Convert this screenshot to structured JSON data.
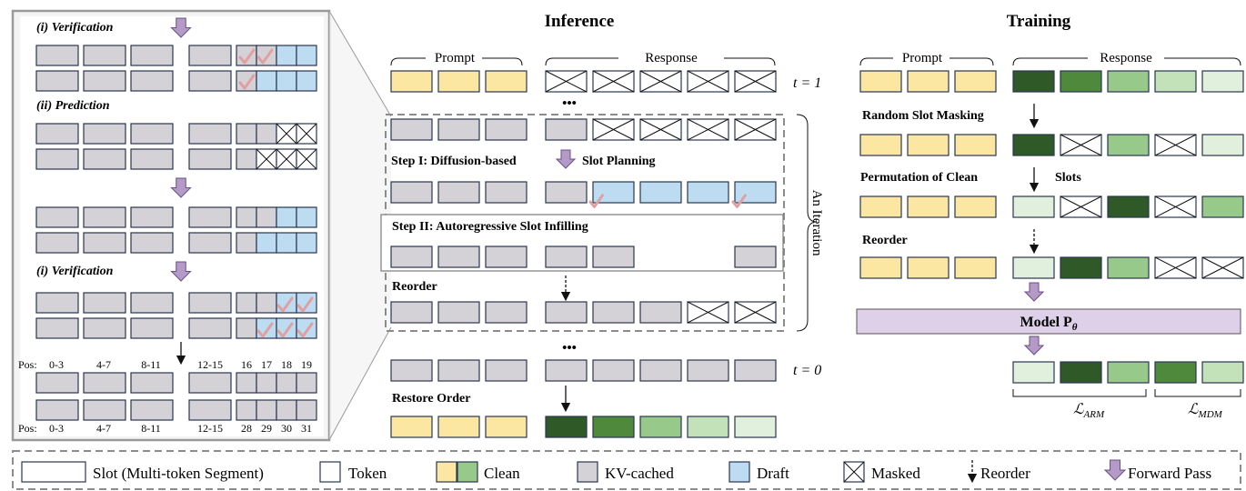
{
  "colors": {
    "kv": "#d4d2d6",
    "prompt": "#fbe6a2",
    "draft": "#bddcf1",
    "clean1": "#2f5a27",
    "clean2": "#4f8a3c",
    "clean3": "#96c98a",
    "clean4": "#c4e2ba",
    "clean5": "#e1f0dc",
    "arrow_purple": "#b49ac7",
    "model_box": "#ddd0e8",
    "check": "#e0a0a0",
    "border": "#2a3550",
    "dash": "#8c8c8c"
  },
  "zoom": {
    "verification_1": "(i) Verification",
    "prediction": "(ii) Prediction",
    "verification_2": "(i) Verification",
    "pos_label": "Pos:",
    "pos_row1": [
      "0-3",
      "4-7",
      "8-11",
      "12-15",
      "16",
      "17",
      "18",
      "19"
    ],
    "pos_row2": [
      "0-3",
      "4-7",
      "8-11",
      "12-15",
      "28",
      "29",
      "30",
      "31"
    ]
  },
  "inference": {
    "title": "Inference",
    "prompt_label": "Prompt",
    "response_label": "Response",
    "t1": "t = 1",
    "t0": "t = 0",
    "ellipsis": "•••",
    "step1_a": "Step I: Diffusion-based",
    "step1_b": "Slot Planning",
    "step2": "Step II: Autoregressive Slot Infilling",
    "reorder": "Reorder",
    "restore": "Restore Order",
    "iteration": "An Iteration"
  },
  "training": {
    "title": "Training",
    "prompt_label": "Prompt",
    "response_label": "Response",
    "random_mask": "Random Slot Masking",
    "permutation_a": "Permutation of Clean",
    "permutation_b": "Slots",
    "reorder": "Reorder",
    "model": "Model P",
    "model_sub": "θ",
    "loss_arm": "ℒ",
    "loss_arm_sub": "ARM",
    "loss_mdm": "ℒ",
    "loss_mdm_sub": "MDM"
  },
  "legend": {
    "slot": "Slot (Multi-token Segment)",
    "token": "Token",
    "clean": "Clean",
    "kv": "KV-cached",
    "draft": "Draft",
    "masked": "Masked",
    "reorder": "Reorder",
    "forward": "Forward Pass"
  }
}
